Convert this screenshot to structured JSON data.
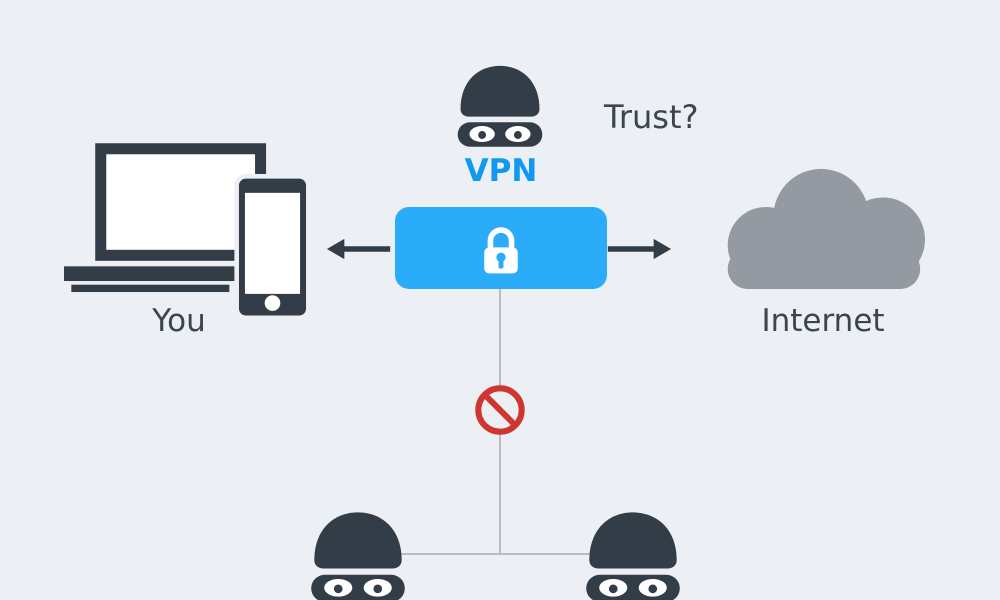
{
  "labels": {
    "you": "You",
    "vpn": "VPN",
    "trust": "Trust?",
    "internet": "Internet"
  },
  "icons": {
    "devices": "laptop-and-phone-icon",
    "vpn_spy": "masked-spy-icon",
    "lock": "padlock-icon",
    "cloud": "internet-cloud-icon",
    "blocked": "no-entry-icon",
    "arrow_left": "arrow-left-icon",
    "arrow_right": "arrow-right-icon",
    "attacker_left": "masked-spy-icon",
    "attacker_right": "masked-spy-icon"
  },
  "colors": {
    "bg": "#ecEFF3",
    "dark": "#333d47",
    "text": "#3b4550",
    "blue": "#2bacf8",
    "blueText": "#1199f2",
    "cloud": "#949aa2",
    "red": "#cd3631",
    "line": "#b9bcc1"
  }
}
